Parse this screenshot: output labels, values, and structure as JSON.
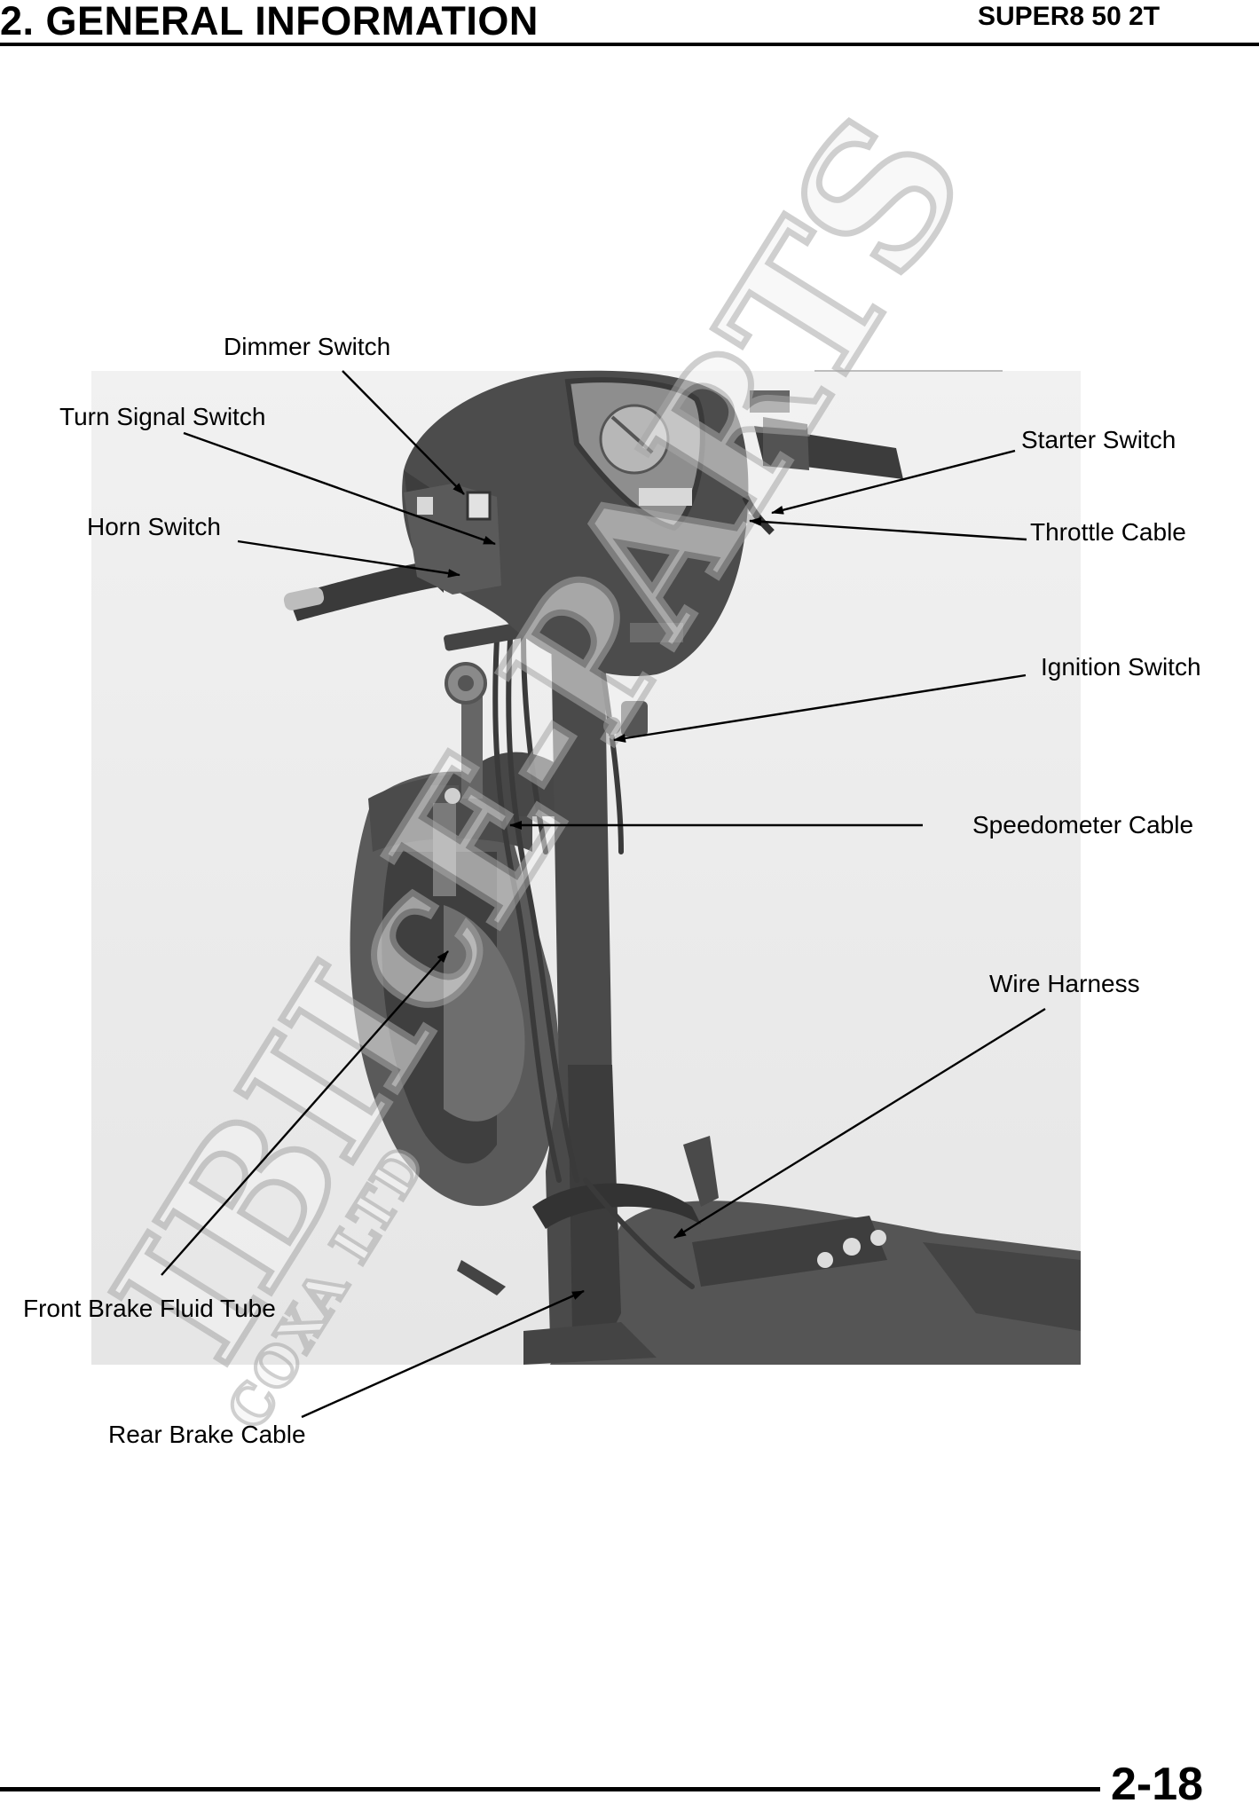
{
  "header": {
    "section_title": "2. GENERAL INFORMATION",
    "model": "SUPER8 50 2T"
  },
  "figure": {
    "labels": {
      "dimmer_switch": "Dimmer Switch",
      "turn_signal_switch": "Turn Signal Switch",
      "horn_switch": "Horn Switch",
      "starter_switch": "Starter Switch",
      "throttle_cable": "Throttle Cable",
      "ignition_switch": "Ignition Switch",
      "speedometer_cable": "Speedometer Cable",
      "wire_harness": "Wire Harness",
      "front_brake_fluid_tube": "Front Brake Fluid Tube",
      "rear_brake_cable": "Rear Brake Cable"
    },
    "watermark": {
      "main": "IBIIcE-PARTS",
      "sub": "COXA LTD"
    }
  },
  "footer": {
    "page_number": "2-18"
  }
}
